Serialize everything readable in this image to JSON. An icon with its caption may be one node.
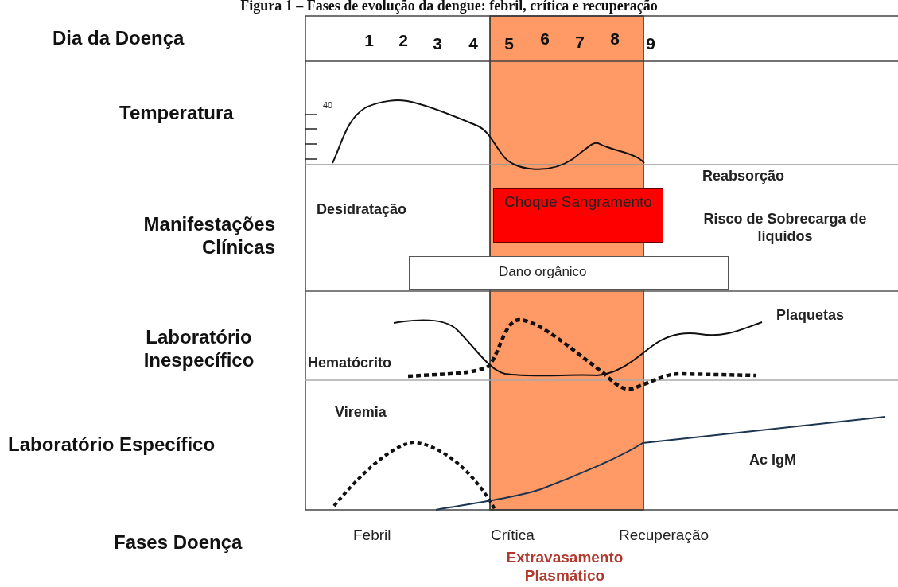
{
  "diagram": {
    "title": "Figura 1 – Fases de evolução da dengue: febril, crítica e recuperação",
    "nodes": [
      {
        "text": [
          "Choque Sangramento"
        ]
      },
      {
        "text": [
          "Dano orgânico"
        ]
      }
    ],
    "labels": [
      "Dia da Doença",
      "1",
      "2",
      "3",
      "4",
      "5",
      "6",
      "7",
      "8",
      "9",
      "Temperatura",
      "40",
      "Reabsorção",
      "Manifestações Clínicas",
      "Desidratação",
      "Risco de Sobrecarga de líquidos",
      "Plaquetas",
      "Laboratório Inespecífico",
      "Hematócrito",
      "Viremia",
      "Laboratório Específico",
      "Ac IgM",
      "Fases Doença",
      "Febril",
      "Crítica",
      "Recuperação",
      "Extravasamento Plasmático"
    ]
  }
}
